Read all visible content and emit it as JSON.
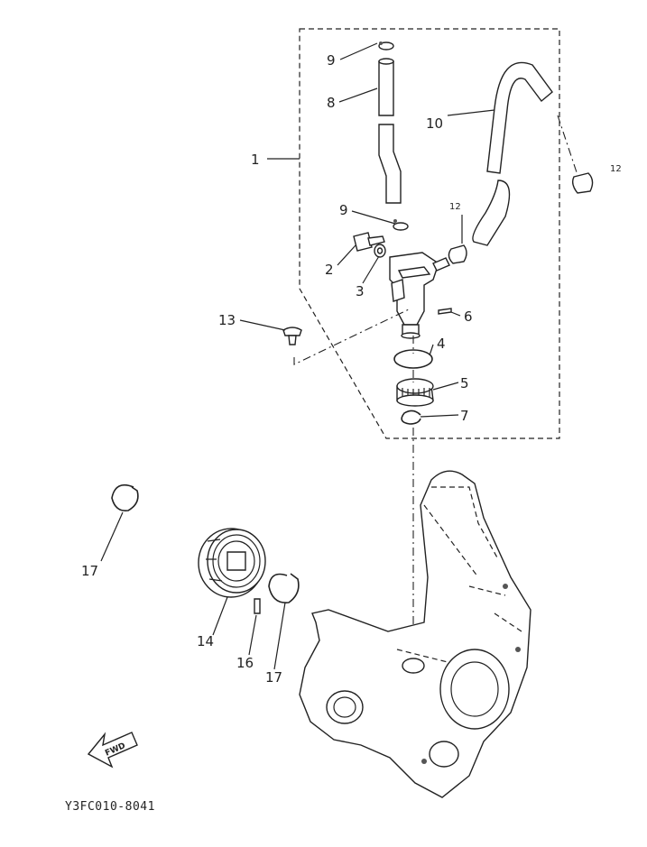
{
  "diagram": {
    "callouts": [
      {
        "id": "p1",
        "label": "1"
      },
      {
        "id": "p2",
        "label": "2"
      },
      {
        "id": "p3",
        "label": "3"
      },
      {
        "id": "p4",
        "label": "4"
      },
      {
        "id": "p5",
        "label": "5"
      },
      {
        "id": "p6",
        "label": "6"
      },
      {
        "id": "p7",
        "label": "7"
      },
      {
        "id": "p8",
        "label": "8"
      },
      {
        "id": "p9a",
        "label": "9"
      },
      {
        "id": "p9b",
        "label": "9"
      },
      {
        "id": "p10",
        "label": "10"
      },
      {
        "id": "p12a",
        "label": "12"
      },
      {
        "id": "p12b",
        "label": "12"
      },
      {
        "id": "p13",
        "label": "13"
      },
      {
        "id": "p14",
        "label": "14"
      },
      {
        "id": "p16",
        "label": "16"
      },
      {
        "id": "p17a",
        "label": "17"
      },
      {
        "id": "p17b",
        "label": "17"
      }
    ],
    "fwd_label": "FWD",
    "drawing_code": "Y3FC010-8041"
  }
}
